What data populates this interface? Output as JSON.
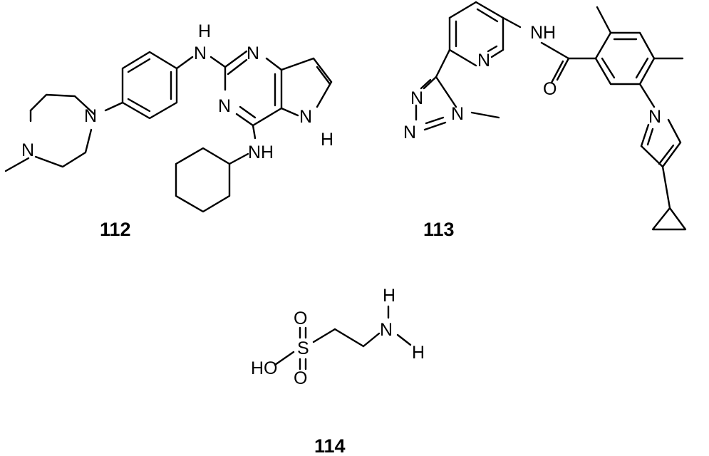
{
  "compounds": [
    {
      "id": "112",
      "label": "112"
    },
    {
      "id": "113",
      "label": "113"
    },
    {
      "id": "114",
      "label": "114"
    }
  ],
  "atoms": {
    "c112_nh_aryl_n": "N",
    "c112_nh_aryl_h": "H",
    "c112_pyr_n1": "N",
    "c112_pyr_n3": "N",
    "c112_pyrrole_n": "N",
    "c112_pyrrole_h": "H",
    "c112_nh_cy": "NH",
    "c112_pip_n1": "N",
    "c112_pip_n4": "N",
    "c113_amide_nh": "NH",
    "c113_py_n": "N",
    "c113_amide_o": "O",
    "c113_trz_n1": "N",
    "c113_trz_n2": "N",
    "c113_trz_n4": "N",
    "c113_pyrrole_n": "N",
    "c114_s": "S",
    "c114_o_top": "O",
    "c114_o_bottom": "O",
    "c114_ho": "HO",
    "c114_n": "N",
    "c114_h_top": "H",
    "c114_h_right": "H"
  }
}
